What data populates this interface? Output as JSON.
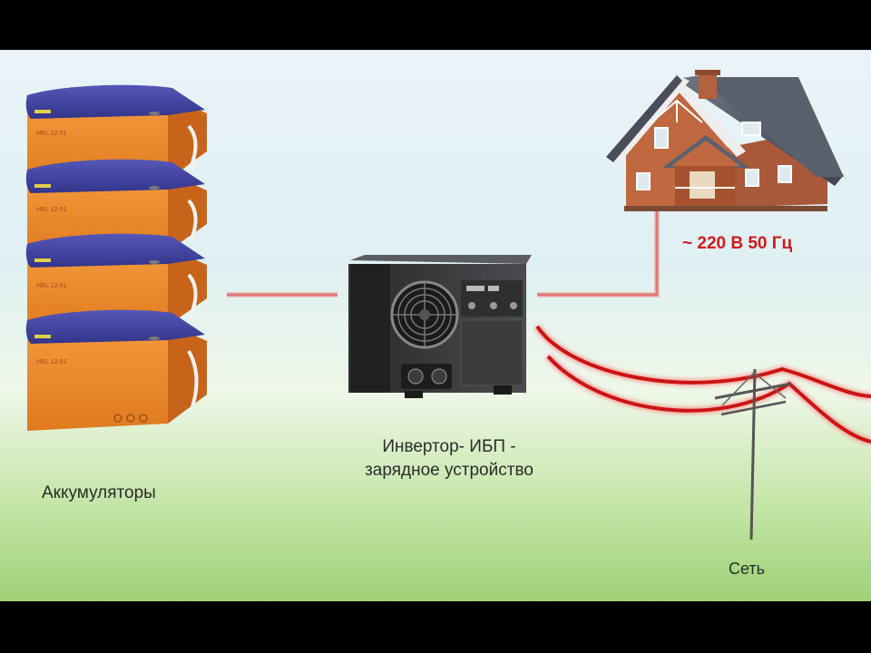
{
  "labels": {
    "batteries": "Аккумуляторы",
    "inverter_line1": "Инвертор- ИБП -",
    "inverter_line2": "зарядное устройство",
    "voltage": "~ 220 В 50 Гц",
    "grid": "Сеть"
  },
  "battery_labels": [
    "HRL 12-51",
    "HRL 12-51",
    "HRL 12-51",
    "HRL 12-51"
  ],
  "colors": {
    "sky_top": "#e9f2f8",
    "ground": "#9fd178",
    "battery_body": "#ef8a2c",
    "battery_lid": "#3e3f9c",
    "wire_pale": "#e8a09c",
    "wire_red": "#cc1414",
    "voltage_text": "#d01a1a",
    "inverter_body": "#3a3c3e"
  },
  "icons": [
    "battery-icon",
    "inverter-icon",
    "house-icon",
    "utility-pole-icon",
    "fan-icon"
  ]
}
